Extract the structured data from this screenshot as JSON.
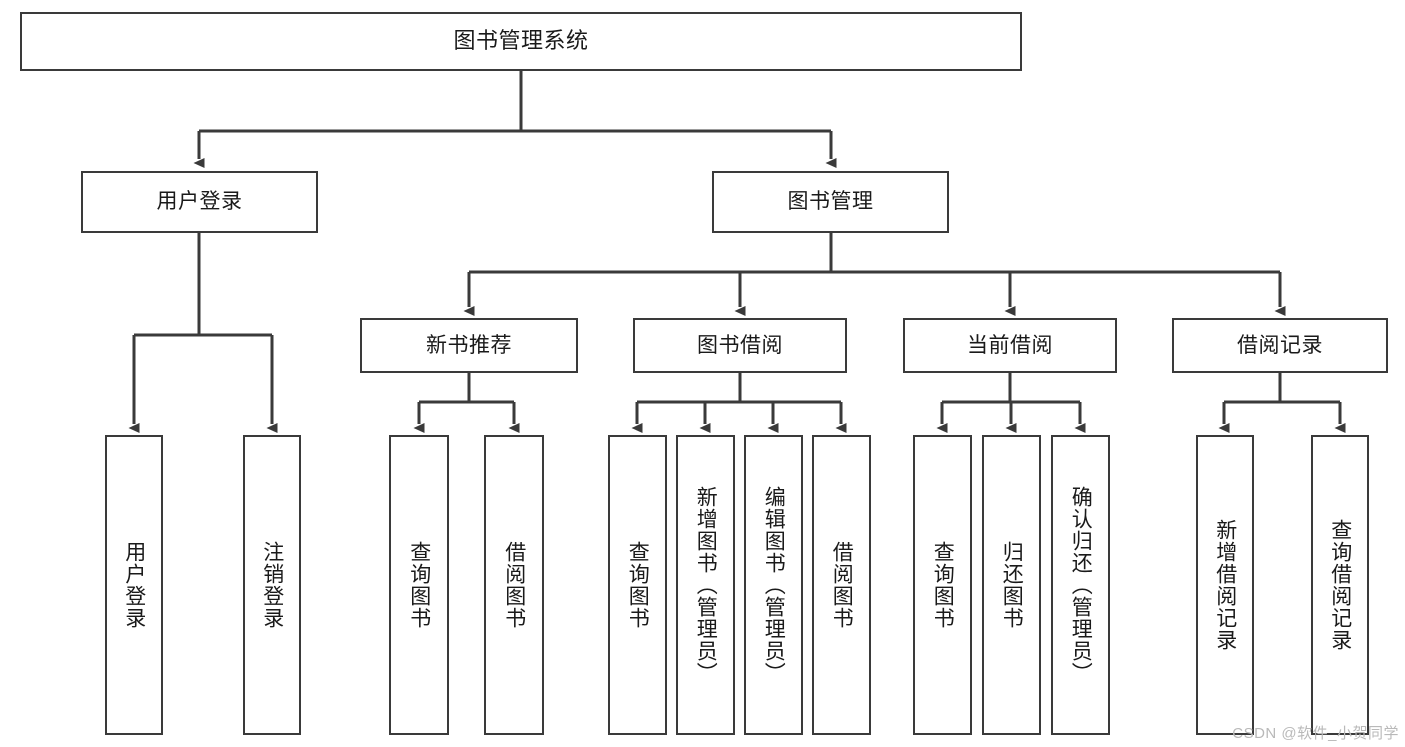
{
  "diagram": {
    "title": "图书管理系统",
    "type": "tree",
    "watermark": "CSDN @软件_小贺同学",
    "colors": {
      "box_border": "#3a3a3a",
      "box_fill": "#ffffff",
      "edge": "#3a3a3a",
      "text": "#1a1a1a",
      "watermark": "#b9b9b9",
      "background": "#ffffff"
    },
    "nodes": {
      "root": {
        "label": "图书管理系统"
      },
      "level2": [
        {
          "label": "用户登录"
        },
        {
          "label": "图书管理"
        }
      ],
      "level3": [
        {
          "label": "新书推荐"
        },
        {
          "label": "图书借阅"
        },
        {
          "label": "当前借阅"
        },
        {
          "label": "借阅记录"
        }
      ],
      "leaves": {
        "user_login": [
          {
            "label": "用户登录"
          },
          {
            "label": "注销登录"
          }
        ],
        "new_book": [
          {
            "label": "查询图书"
          },
          {
            "label": "借阅图书"
          }
        ],
        "book_borrow": [
          {
            "label": "查询图书"
          },
          {
            "label": "新增图书（管理员）"
          },
          {
            "label": "编辑图书（管理员）"
          },
          {
            "label": "借阅图书"
          }
        ],
        "current_borrow": [
          {
            "label": "查询图书"
          },
          {
            "label": "归还图书"
          },
          {
            "label": "确认归还（管理员）"
          }
        ],
        "borrow_record": [
          {
            "label": "新增借阅记录"
          },
          {
            "label": "查询借阅记录"
          }
        ]
      }
    }
  }
}
